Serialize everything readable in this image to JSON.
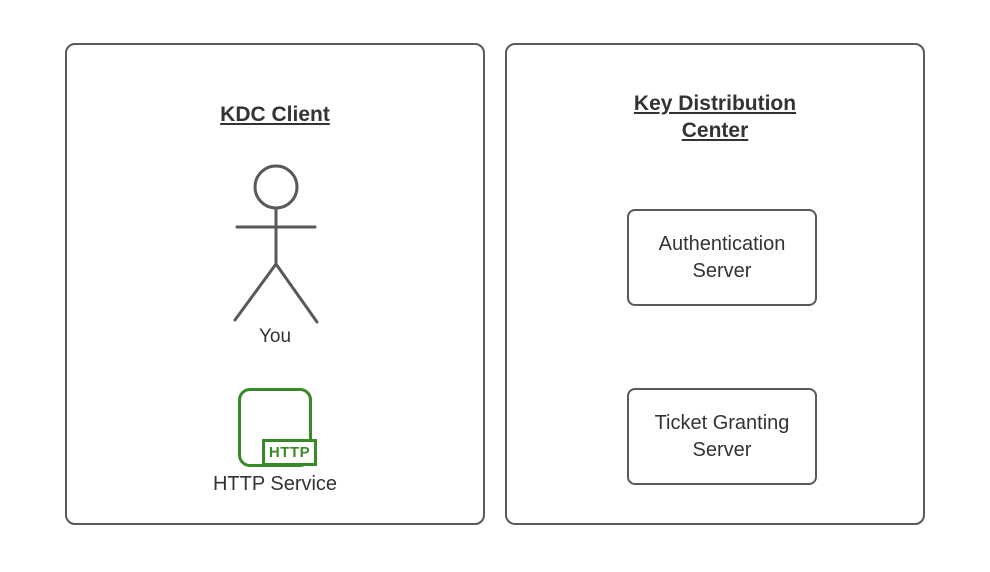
{
  "colors": {
    "panel_border": "#595959",
    "text": "#333333",
    "http_green": "#388a26",
    "background": "#ffffff"
  },
  "left_panel": {
    "title": "KDC Client",
    "actor": {
      "label": "You"
    },
    "http_service": {
      "badge": "HTTP",
      "label": "HTTP Service"
    }
  },
  "right_panel": {
    "title": "Key Distribution Center",
    "nodes": [
      {
        "label": "Authentication Server"
      },
      {
        "label": "Ticket Granting Server"
      }
    ]
  }
}
